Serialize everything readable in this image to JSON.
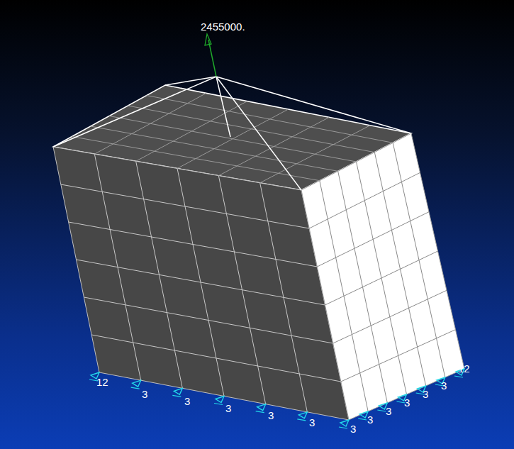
{
  "diagram": {
    "labels": [
      "2455000.",
      "12",
      "3",
      "3",
      "3",
      "3",
      "3",
      "3",
      "3",
      "3",
      "3",
      "3",
      "3",
      "12"
    ]
  }
}
